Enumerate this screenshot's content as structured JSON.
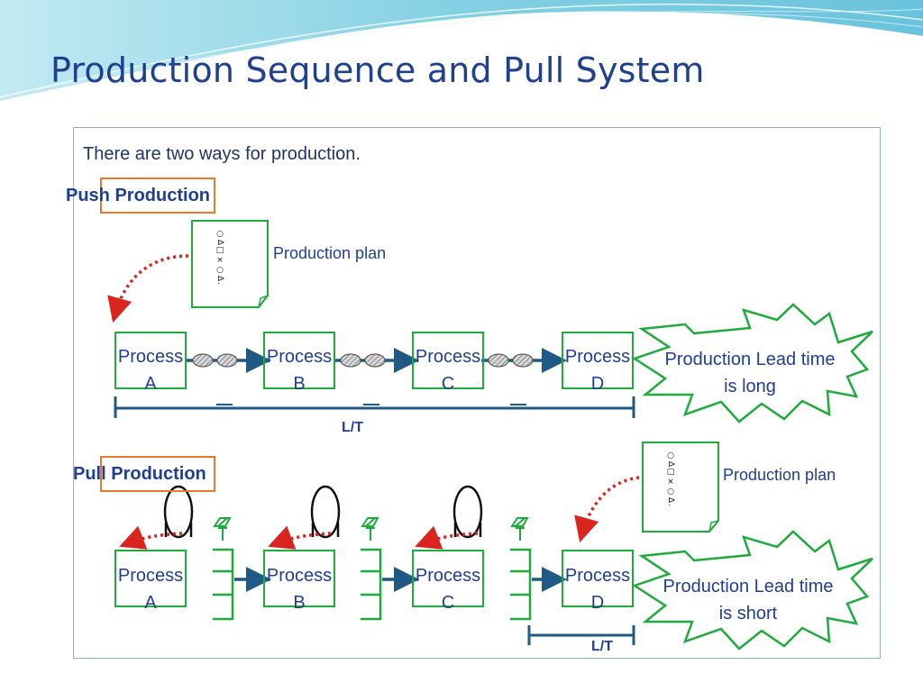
{
  "title": "Production Sequence and Pull System",
  "intro_text": "There are two ways for production.",
  "push": {
    "label": "Push Production",
    "plan_label": "Production plan",
    "plan_symbols": "○∆□×○∆.",
    "processes": [
      {
        "line1": "Process",
        "line2": "A"
      },
      {
        "line1": "Process",
        "line2": "B"
      },
      {
        "line1": "Process",
        "line2": "C"
      },
      {
        "line1": "Process",
        "line2": "D"
      }
    ],
    "lt_label": "L/T",
    "burst_line1": "Production Lead time",
    "burst_line2": "is  long"
  },
  "pull": {
    "label": "Pull Production",
    "plan_label": "Production plan",
    "plan_symbols": "○∆□×○∆.",
    "processes": [
      {
        "line1": "Process",
        "line2": "A"
      },
      {
        "line1": "Process",
        "line2": "B"
      },
      {
        "line1": "Process",
        "line2": "C"
      },
      {
        "line1": "Process",
        "line2": "D"
      }
    ],
    "lt_label": "L/T",
    "burst_line1": "Production Lead time",
    "burst_line2": "is  short"
  },
  "colors": {
    "title": "#1f3f8f",
    "process_border": "#1eaa3c",
    "flow_arrow": "#1f5a86",
    "signal_arrow": "#d9251d",
    "highlight_box": "#e8782a",
    "background_wave": "#7fd0e3"
  }
}
